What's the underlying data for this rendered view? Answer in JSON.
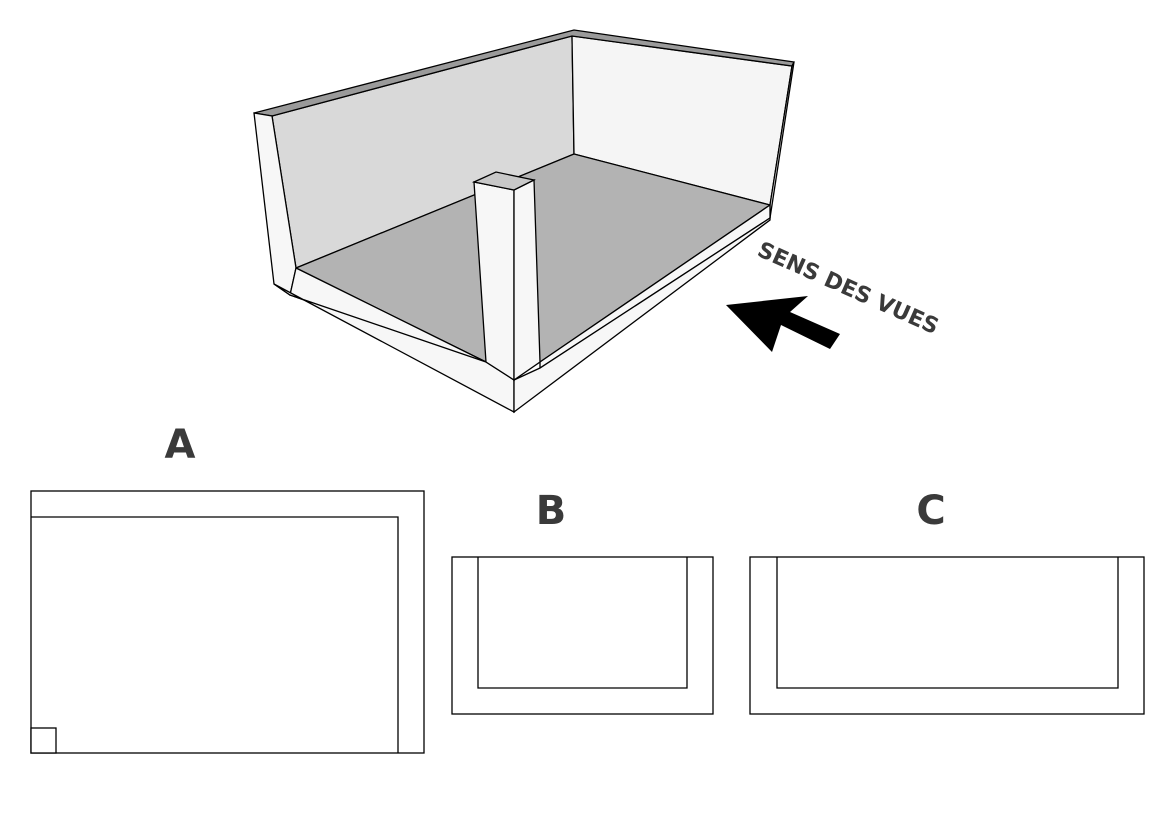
{
  "direction_label": "SENS DES VUES",
  "views": {
    "a": {
      "label": "A"
    },
    "b": {
      "label": "B"
    },
    "c": {
      "label": "C"
    }
  },
  "colors": {
    "floor": "#b3b3b3",
    "back_wall": "#d9d9d9",
    "side_wall": "#f5f5f5",
    "wall_top": "#9a9a9a",
    "wall_face": "#f7f7f7",
    "arrow": "#000000",
    "label": "#3a3a3a"
  }
}
